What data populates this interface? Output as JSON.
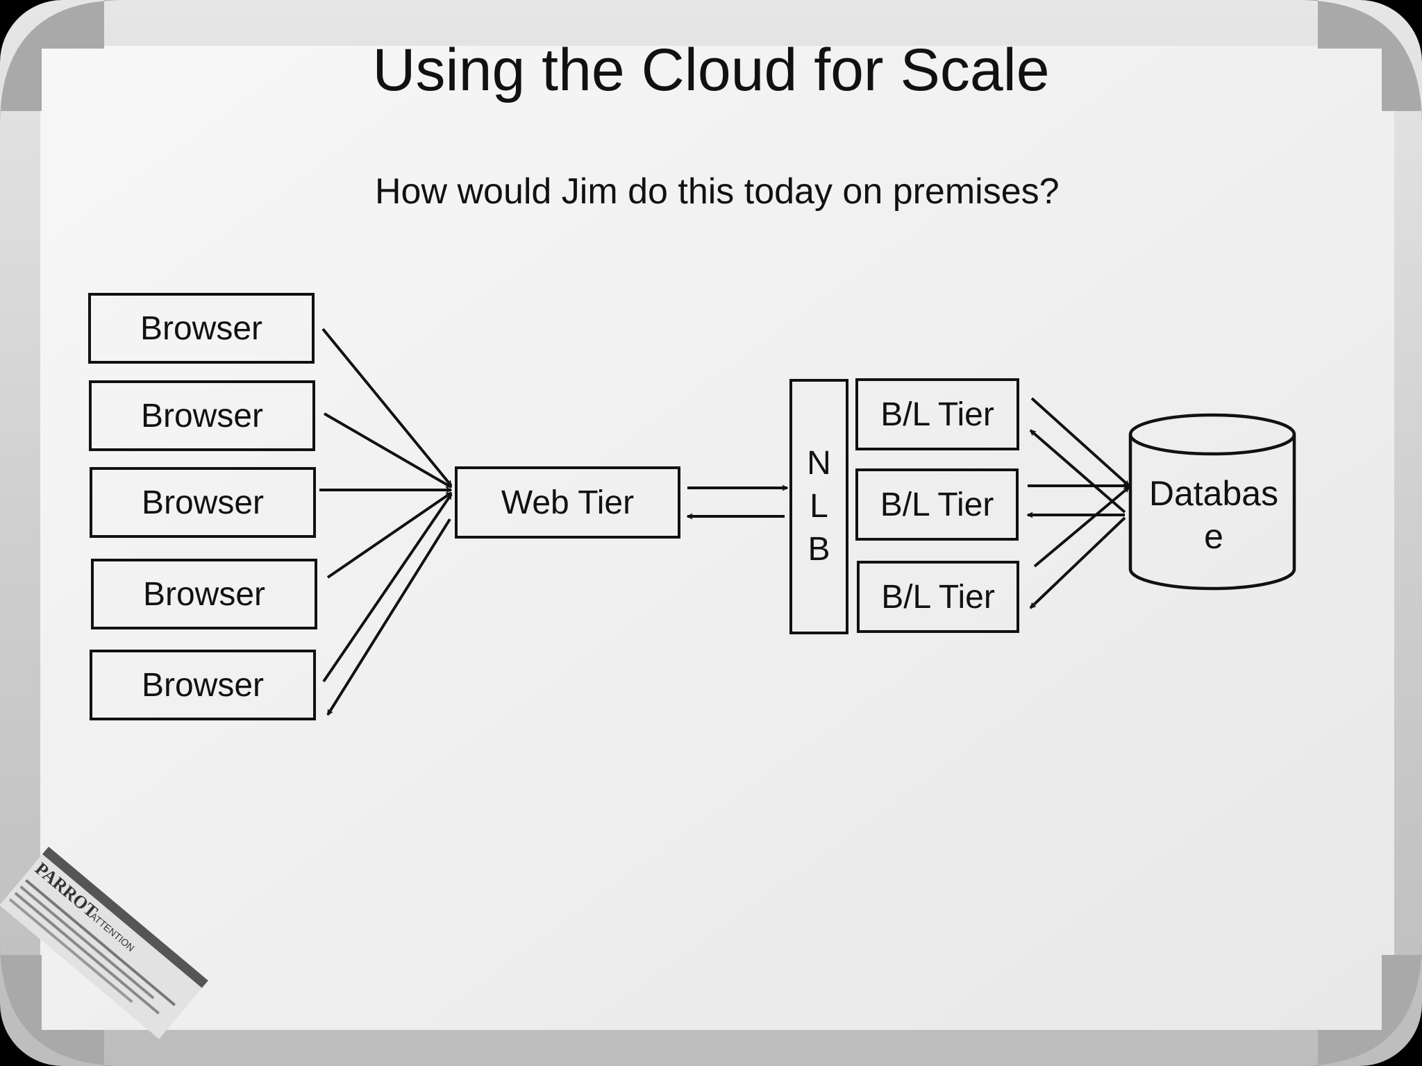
{
  "slide": {
    "title": "Using the Cloud for Scale",
    "subtitle": "How would Jim do this today on premises?"
  },
  "diagram": {
    "browsers": [
      "Browser",
      "Browser",
      "Browser",
      "Browser",
      "Browser"
    ],
    "web_tier": "Web Tier",
    "nlb": [
      "N",
      "L",
      "B"
    ],
    "bl_tiers": [
      "B/L Tier",
      "B/L Tier",
      "B/L Tier"
    ],
    "database": "Databas\ne"
  },
  "board_watermark": {
    "brand": "PARROT",
    "notice": "ATTENTION"
  },
  "colors": {
    "ink": "#111111",
    "board": "#f2f2f2",
    "frame": "#c9c9c9",
    "background": "#000000"
  }
}
